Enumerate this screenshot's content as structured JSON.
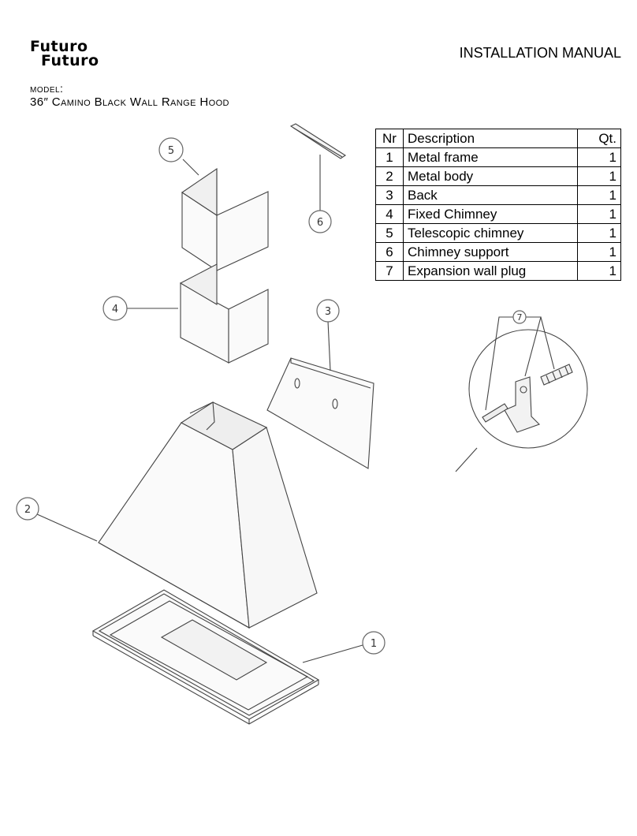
{
  "header": {
    "brand_line1": "Futuro",
    "brand_line2": "Futuro",
    "doc_title": "INSTALLATION MANUAL",
    "model_label": "model:",
    "model_name": "36″ Camino Black Wall Range Hood"
  },
  "parts_table": {
    "headers": {
      "nr": "Nr",
      "description": "Description",
      "qt": "Qt."
    },
    "rows": [
      {
        "nr": "1",
        "description": "Metal frame",
        "qt": "1"
      },
      {
        "nr": "2",
        "description": "Metal body",
        "qt": "1"
      },
      {
        "nr": "3",
        "description": "Back",
        "qt": "1"
      },
      {
        "nr": "4",
        "description": "Fixed Chimney",
        "qt": "1"
      },
      {
        "nr": "5",
        "description": "Telescopic chimney",
        "qt": "1"
      },
      {
        "nr": "6",
        "description": "Chimney support",
        "qt": "1"
      },
      {
        "nr": "7",
        "description": "Expansion wall plug",
        "qt": "1"
      }
    ]
  },
  "callouts": {
    "c1": "1",
    "c2": "2",
    "c3": "3",
    "c4": "4",
    "c5": "5",
    "c6": "6",
    "c7": "7"
  }
}
